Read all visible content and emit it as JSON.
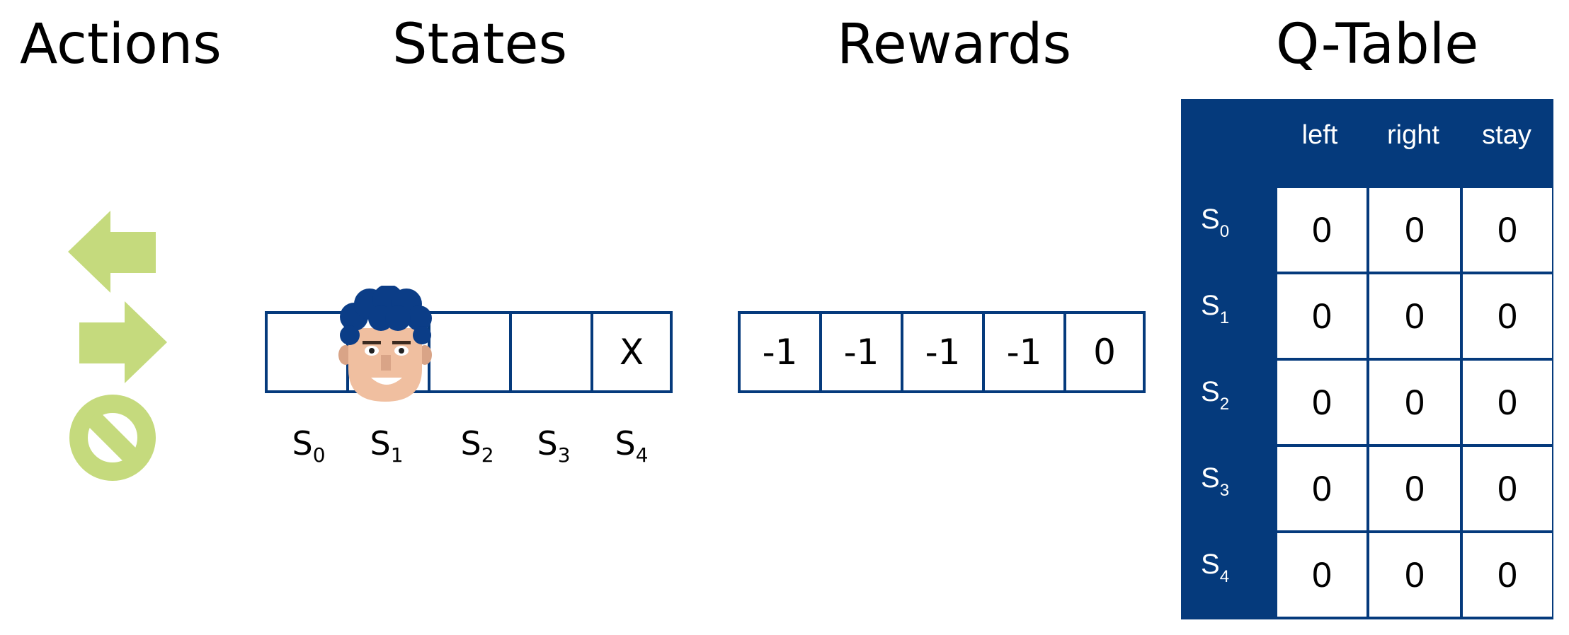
{
  "headings": {
    "actions": "Actions",
    "states": "States",
    "rewards": "Rewards",
    "qtable": "Q-Table"
  },
  "actions": [
    {
      "icon": "left-arrow-icon",
      "color": "#c5da7d"
    },
    {
      "icon": "right-arrow-icon",
      "color": "#c5da7d"
    },
    {
      "icon": "stay-prohibited-icon",
      "color": "#c5da7d"
    }
  ],
  "states": {
    "cells": [
      "",
      "",
      "",
      "",
      "X"
    ],
    "agent_position": 1,
    "labels": [
      {
        "base": "S",
        "sub": "0"
      },
      {
        "base": "S",
        "sub": "1"
      },
      {
        "base": "S",
        "sub": "2"
      },
      {
        "base": "S",
        "sub": "3"
      },
      {
        "base": "S",
        "sub": "4"
      }
    ]
  },
  "rewards": [
    "-1",
    "-1",
    "-1",
    "-1",
    "0"
  ],
  "qtable": {
    "columns": [
      "left",
      "right",
      "stay"
    ],
    "rows": [
      {
        "base": "S",
        "sub": "0",
        "values": [
          "0",
          "0",
          "0"
        ]
      },
      {
        "base": "S",
        "sub": "1",
        "values": [
          "0",
          "0",
          "0"
        ]
      },
      {
        "base": "S",
        "sub": "2",
        "values": [
          "0",
          "0",
          "0"
        ]
      },
      {
        "base": "S",
        "sub": "3",
        "values": [
          "0",
          "0",
          "0"
        ]
      },
      {
        "base": "S",
        "sub": "4",
        "values": [
          "0",
          "0",
          "0"
        ]
      }
    ]
  },
  "colors": {
    "grid_border": "#053a7c",
    "table_bg": "#053a7c",
    "action_icons": "#c5da7d",
    "agent_hair": "#0b3d87",
    "agent_skin": "#f0bfa0"
  }
}
